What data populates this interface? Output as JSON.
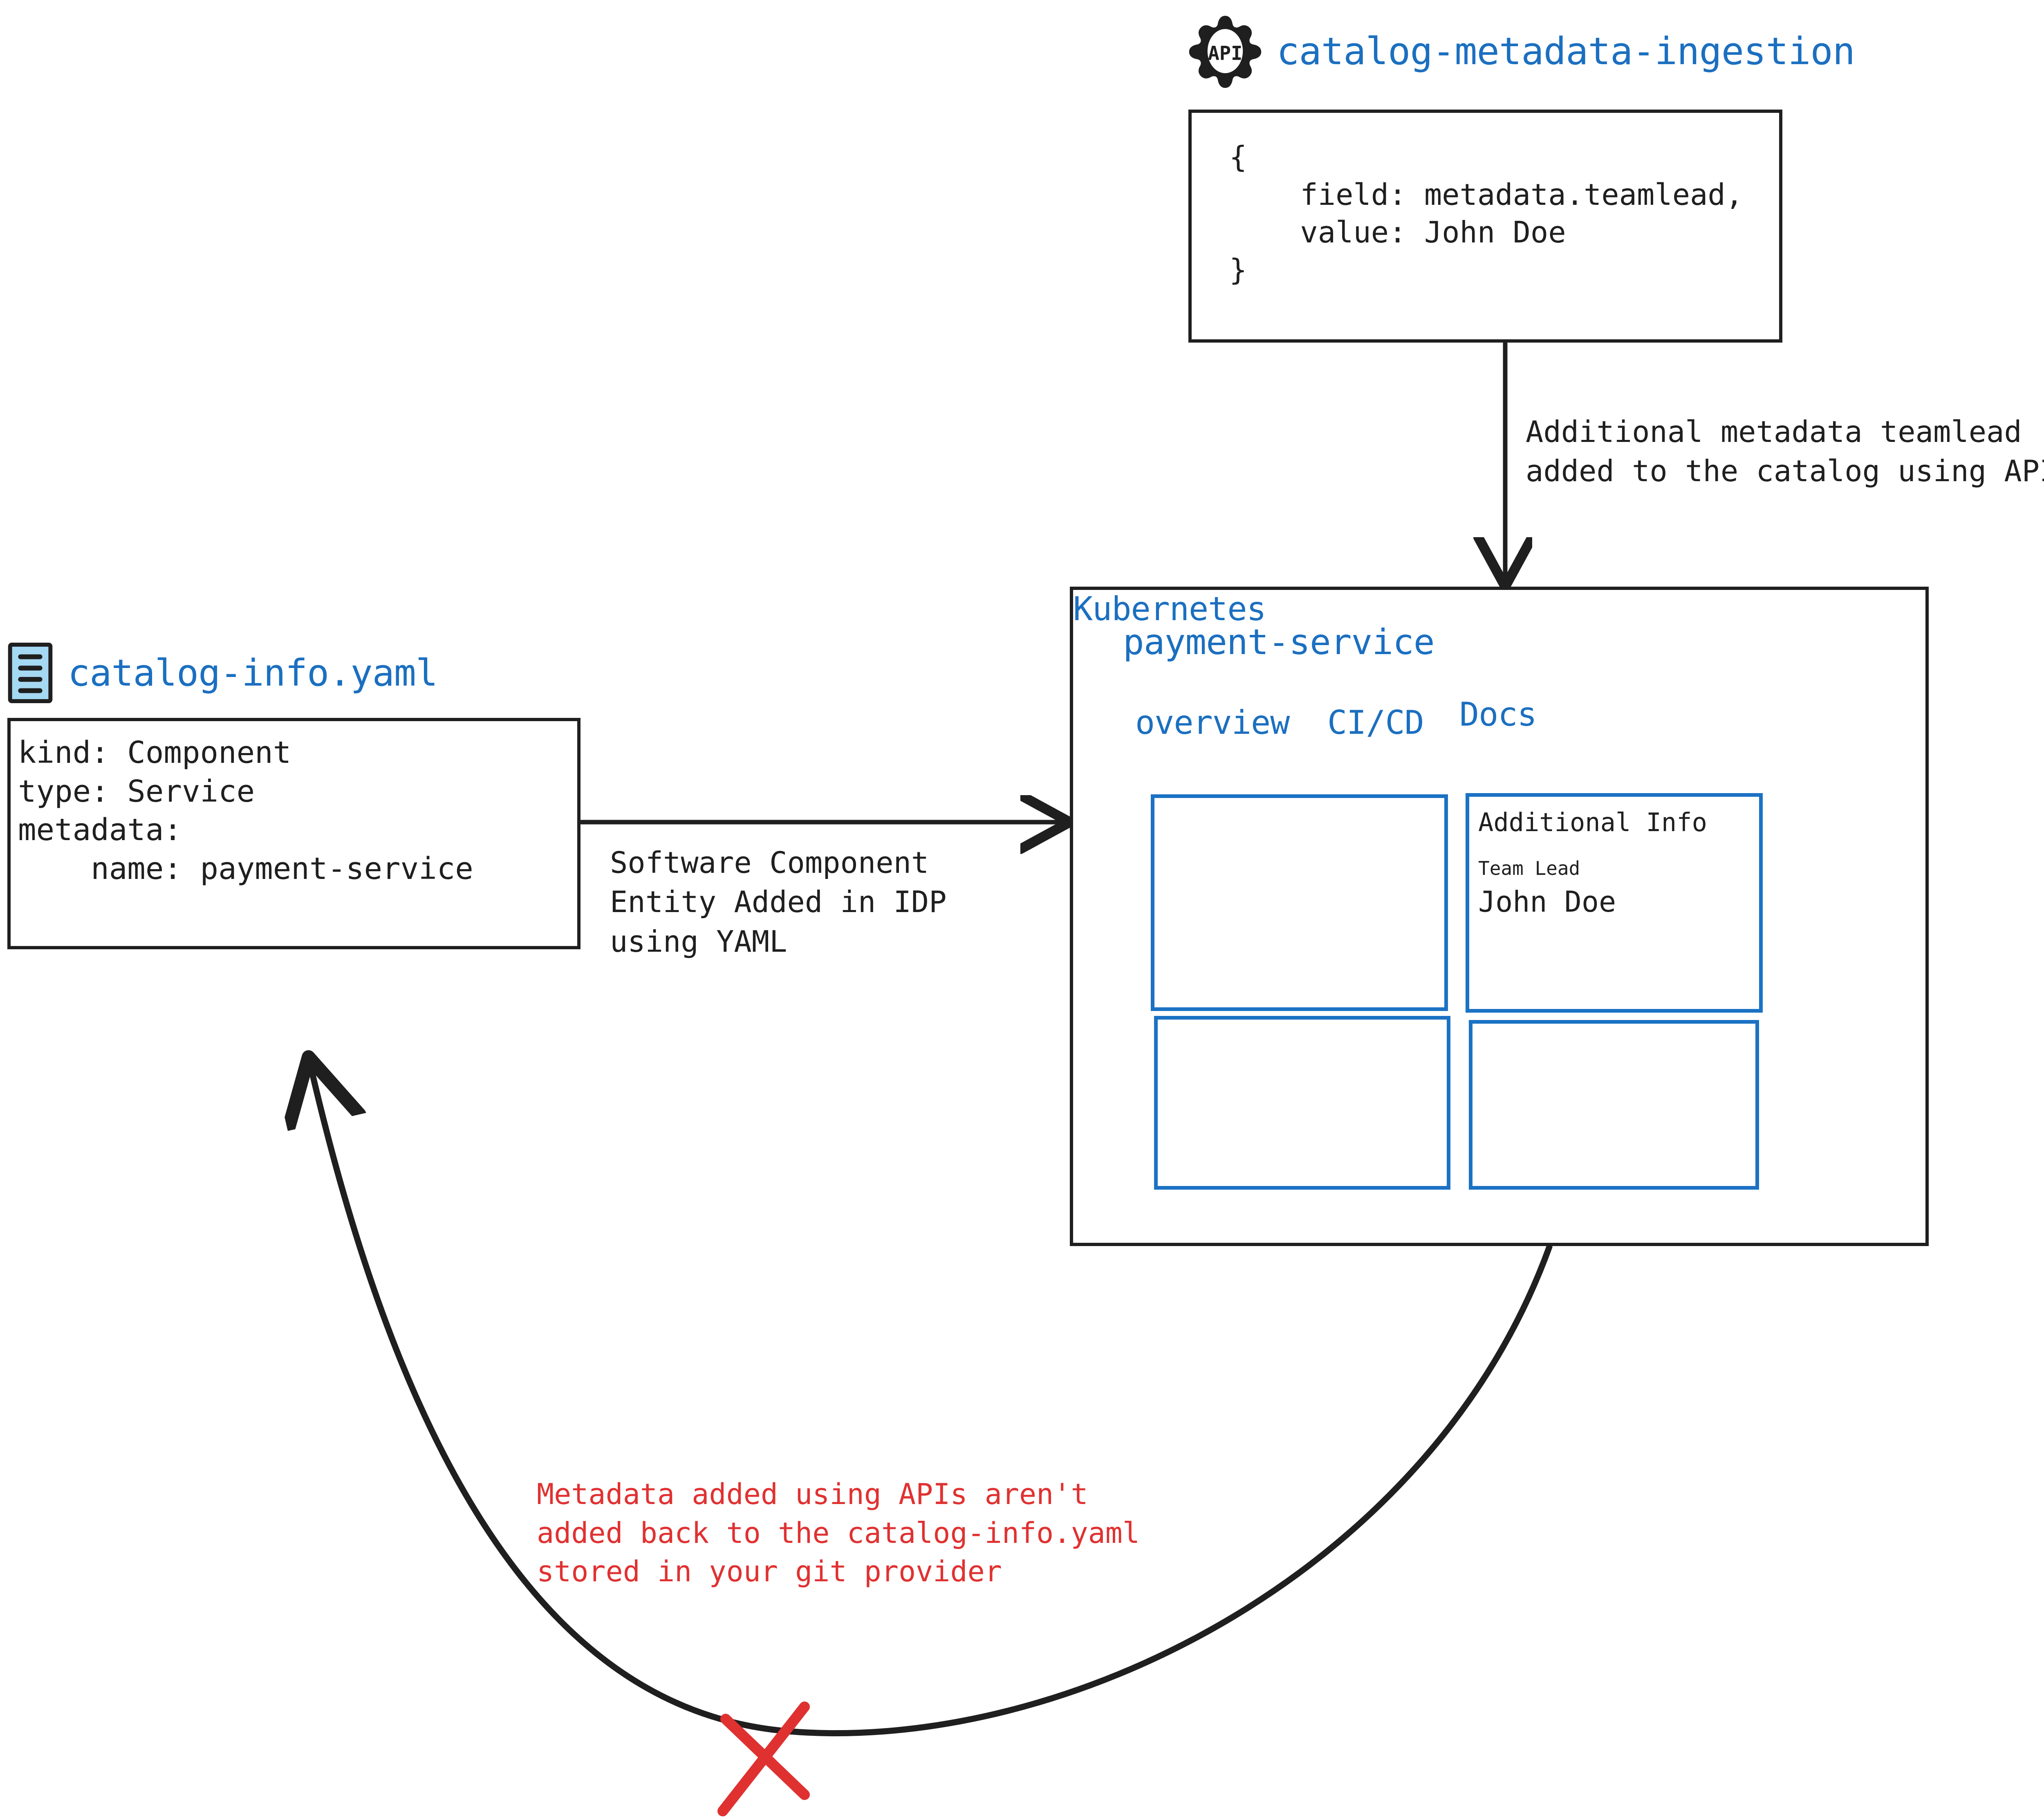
{
  "colors": {
    "accent_blue": "#1b6fc0",
    "card_border_blue": "#1b72c4",
    "stroke_black": "#1f1f1f",
    "warning_red": "#e03131",
    "yaml_icon_fill": "#a5d8f3"
  },
  "api_node": {
    "icon_name": "api-gear-icon",
    "icon_text": "API",
    "title": "catalog-metadata-ingestion",
    "code": "{\n    field: metadata.teamlead,\n    value: John Doe\n}"
  },
  "yaml_node": {
    "icon_name": "yaml-document-icon",
    "title": "catalog-info.yaml",
    "code": "kind: Component\ntype: Service\nmetadata:\n    name: payment-service"
  },
  "panel": {
    "title": "payment-service",
    "tabs": [
      {
        "id": "overview",
        "label": "overview"
      },
      {
        "id": "cicd",
        "label": "CI/CD"
      },
      {
        "id": "docs",
        "label": "Docs"
      },
      {
        "id": "kubernetes",
        "label": "Kubernetes"
      }
    ],
    "cards": {
      "top_left": {
        "content": ""
      },
      "top_right": {
        "heading": "Additional Info",
        "field_label": "Team Lead",
        "field_value": "John Doe"
      },
      "bottom_left": {
        "content": ""
      },
      "bottom_right": {
        "content": ""
      }
    }
  },
  "edges": {
    "api_to_panel_label": "Additional metadata teamlead\nadded to the catalog using APIs",
    "yaml_to_panel_label": "Software Component\nEntity Added in IDP\nusing YAML",
    "panel_to_yaml_warning": "Metadata added using APIs aren't\nadded back to the catalog-info.yaml\nstored in your git provider",
    "blocked_marker": "red-x-cross"
  }
}
